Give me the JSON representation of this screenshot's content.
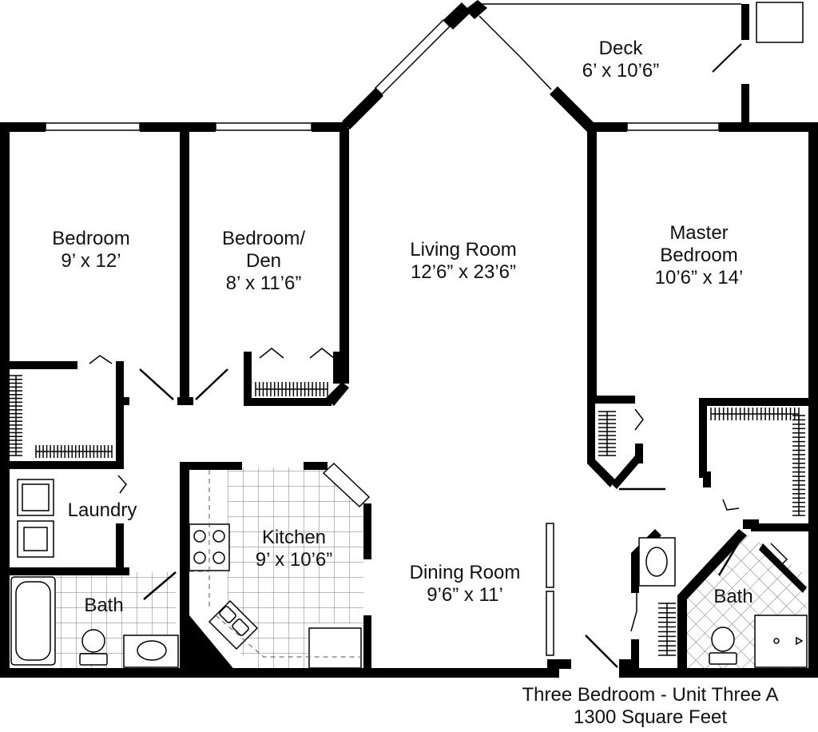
{
  "colors": {
    "wall": "#000000",
    "line": "#111111",
    "background": "#ffffff"
  },
  "rooms": [
    {
      "id": "deck",
      "name": "Deck",
      "size": "6’ x 10’6”"
    },
    {
      "id": "bedroom",
      "name": "Bedroom",
      "size": "9’ x 12’"
    },
    {
      "id": "bedroom-den",
      "name": "Bedroom/",
      "name2": "Den",
      "size": "8’ x 11’6”"
    },
    {
      "id": "living-room",
      "name": "Living Room",
      "size": "12’6” x 23’6”"
    },
    {
      "id": "master-bedroom",
      "name": "Master",
      "name2": "Bedroom",
      "size": "10’6” x 14’"
    },
    {
      "id": "laundry",
      "name": "Laundry"
    },
    {
      "id": "kitchen",
      "name": "Kitchen",
      "size": "9’ x 10’6”"
    },
    {
      "id": "dining-room",
      "name": "Dining Room",
      "size": "9’6” x 11’"
    },
    {
      "id": "bath-left",
      "name": "Bath"
    },
    {
      "id": "bath-right",
      "name": "Bath"
    }
  ],
  "caption": {
    "line1": "Three Bedroom - Unit Three A",
    "line2": "1300 Square Feet"
  },
  "icons": [
    "door-swing-icon",
    "window-icon",
    "bathtub-icon",
    "toilet-icon",
    "sink-icon",
    "stove-icon",
    "washer-icon",
    "dryer-icon",
    "shower-icon",
    "closet-rod-icon"
  ]
}
